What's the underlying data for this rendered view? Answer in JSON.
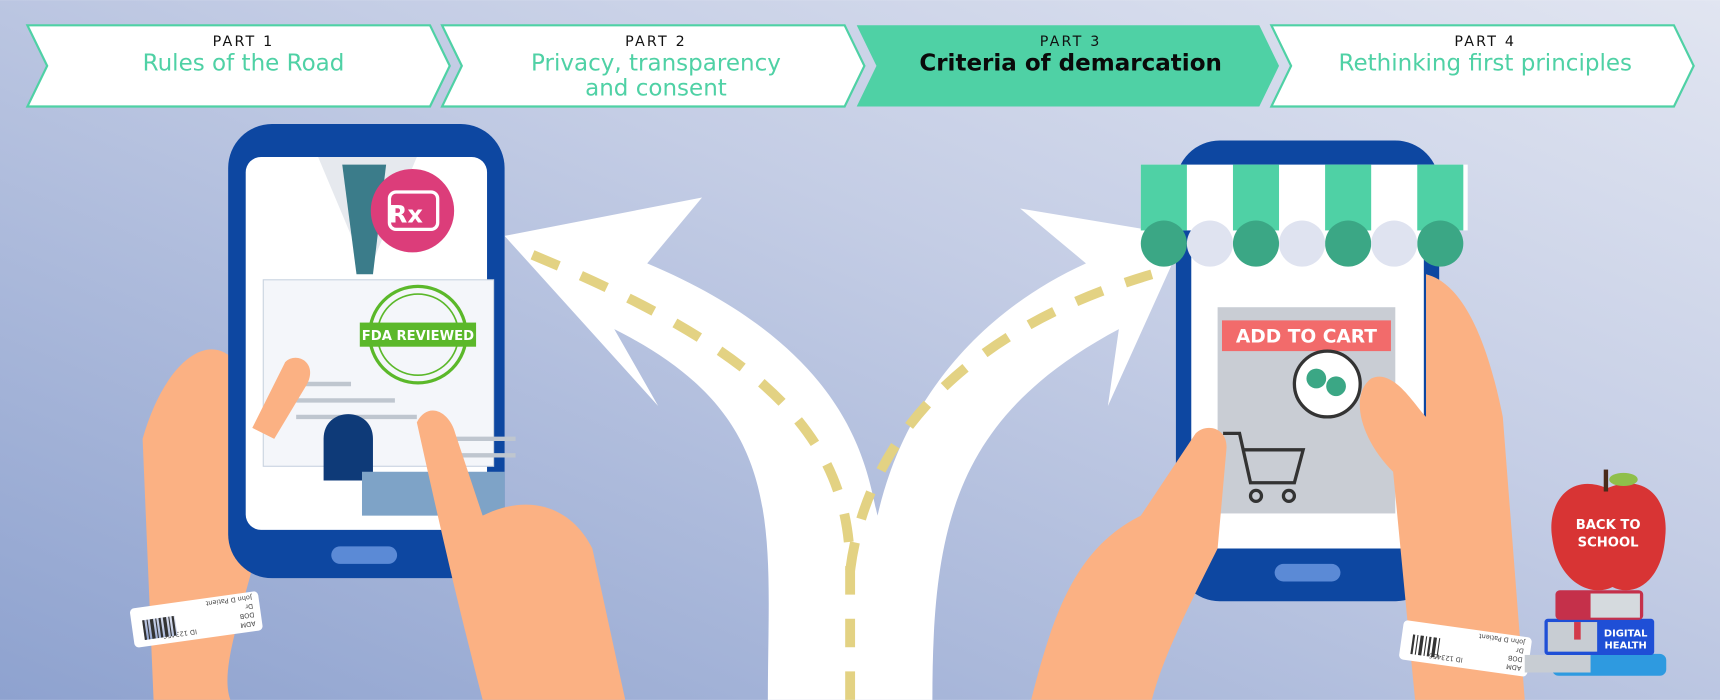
{
  "banner": {
    "steps": [
      {
        "part": "PART 1",
        "title": [
          "Rules of the Road"
        ],
        "active": false
      },
      {
        "part": "PART 2",
        "title": [
          "Privacy, transparency",
          "and consent"
        ],
        "active": false
      },
      {
        "part": "PART 3",
        "title": [
          "Criteria of demarcation"
        ],
        "active": true
      },
      {
        "part": "PART 4",
        "title": [
          "Rethinking first principles"
        ],
        "active": false
      }
    ],
    "accent": "#4fd1a5"
  },
  "left_phone": {
    "rx_badge": "Rx",
    "seal": "FDA REVIEWED",
    "wristband": {
      "lines": [
        "John D Patient",
        "Dr",
        "DOB",
        "ADM"
      ],
      "id": "ID 123456"
    }
  },
  "right_phone": {
    "cart_button": "ADD TO CART",
    "wristband": {
      "lines": [
        "John D Patient",
        "Dr",
        "DOB",
        "ADM"
      ],
      "id": "ID 123456"
    }
  },
  "apple": {
    "label": [
      "BACK TO",
      "SCHOOL"
    ]
  },
  "book": {
    "label": [
      "DIGITAL",
      "HEALTH"
    ]
  },
  "colors": {
    "phone": "#0d47a1",
    "skin": "#fbb183",
    "rx": "#dc3d7a",
    "seal": "#5bb82a",
    "cart": "#f26b6b",
    "path": "#e3d283"
  }
}
